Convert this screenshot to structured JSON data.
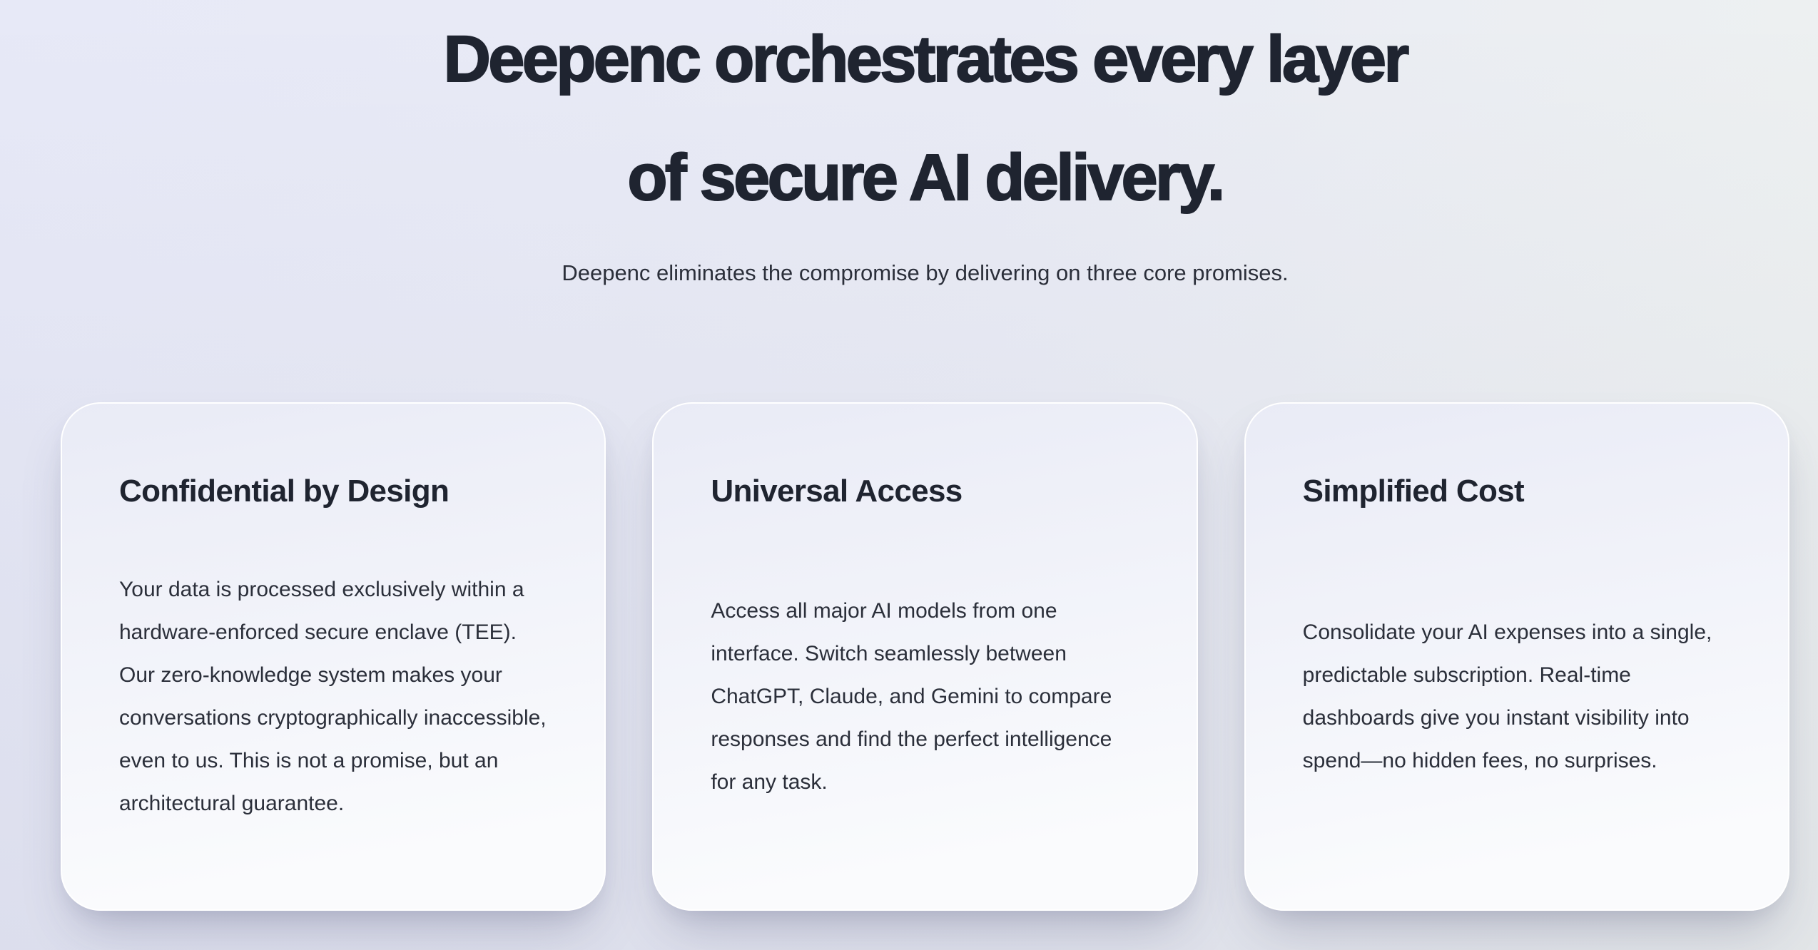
{
  "hero": {
    "title_line1": "Deepenc orchestrates every layer",
    "title_line2": "of secure AI delivery.",
    "subtitle": "Deepenc eliminates the compromise by delivering on three core promises."
  },
  "cards": [
    {
      "title": "Confidential by Design",
      "body": "Your data is processed exclusively within a hardware-enforced secure enclave (TEE). Our zero-knowledge system makes your conversations cryptographically inaccessible, even to us. This is not a promise, but an architectural guarantee."
    },
    {
      "title": "Universal Access",
      "body": "Access all major AI models from one interface. Switch seamlessly between ChatGPT, Claude, and Gemini to compare responses and find the perfect intelligence for any task."
    },
    {
      "title": "Simplified Cost",
      "body": "Consolidate your AI expenses into a single, predictable subscription. Real-time dashboards give you instant visibility into spend—no hidden fees, no surprises."
    }
  ],
  "colors": {
    "heading_text": "#1F2430",
    "body_text": "#2B2F3A",
    "bg_top_left": "#E7E9F7",
    "bg_top_right": "#EDF0F1",
    "card_top": "#E9EBF6",
    "card_bottom": "#FAFBFD",
    "card_border": "#FFFFFF"
  }
}
